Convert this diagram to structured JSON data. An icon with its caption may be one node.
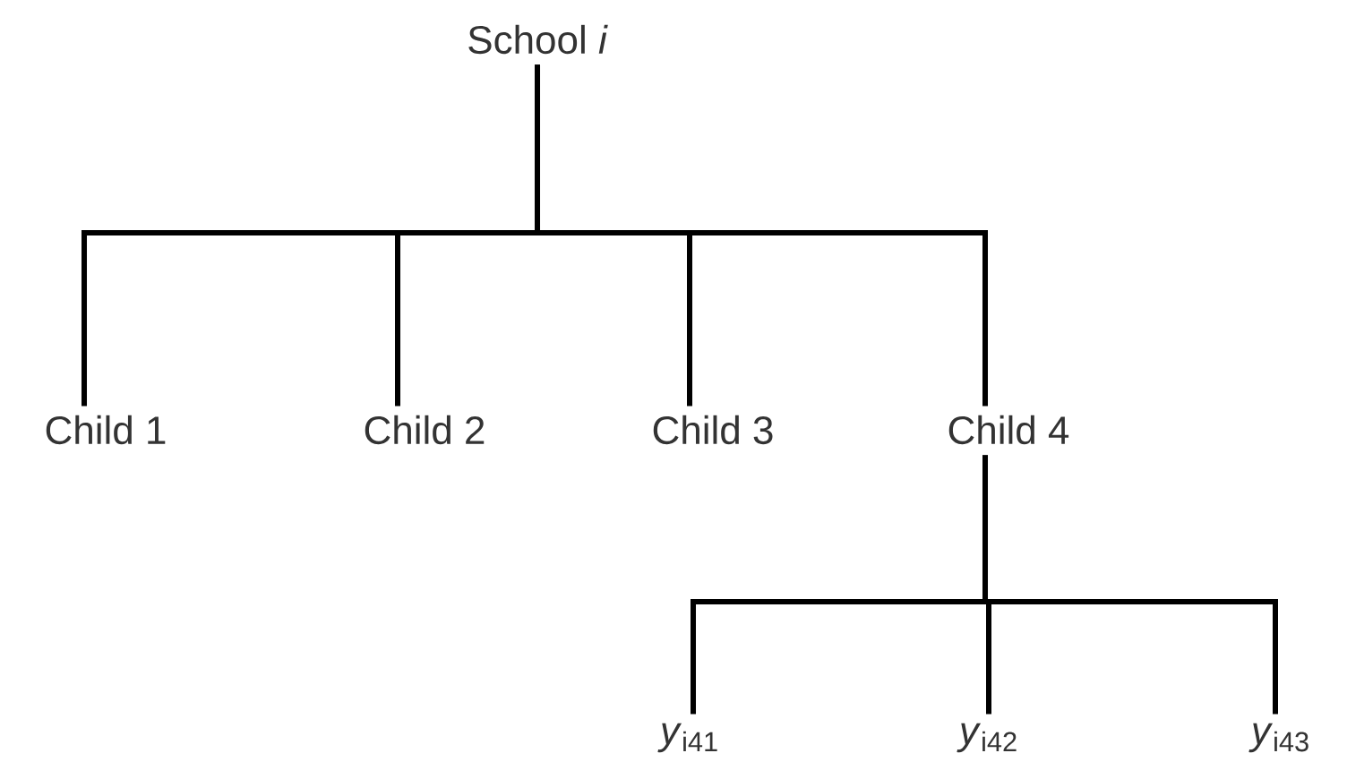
{
  "diagram": {
    "nodes": [
      {
        "text": [
          "School *i*"
        ]
      },
      {
        "text": [
          "Child 1"
        ]
      },
      {
        "text": [
          "Child 2"
        ]
      },
      {
        "text": [
          "Child 3"
        ]
      },
      {
        "text": [
          "Child 4"
        ]
      },
      {
        "text": [
          "*y*$_{i41}$"
        ]
      },
      {
        "text": [
          "*y*$_{i42}$"
        ]
      },
      {
        "text": [
          "*y*$_{i43}$"
        ]
      }
    ],
    "edges": [
      {
        "from": 0,
        "to": 1,
        "arrow": "none"
      },
      {
        "from": 0,
        "to": 2,
        "arrow": "none"
      },
      {
        "from": 0,
        "to": 3,
        "arrow": "none"
      },
      {
        "from": 0,
        "to": 4,
        "arrow": "none"
      },
      {
        "from": 4,
        "to": 5,
        "arrow": "none"
      },
      {
        "from": 4,
        "to": 6,
        "arrow": "none"
      },
      {
        "from": 4,
        "to": 7,
        "arrow": "none"
      }
    ]
  }
}
